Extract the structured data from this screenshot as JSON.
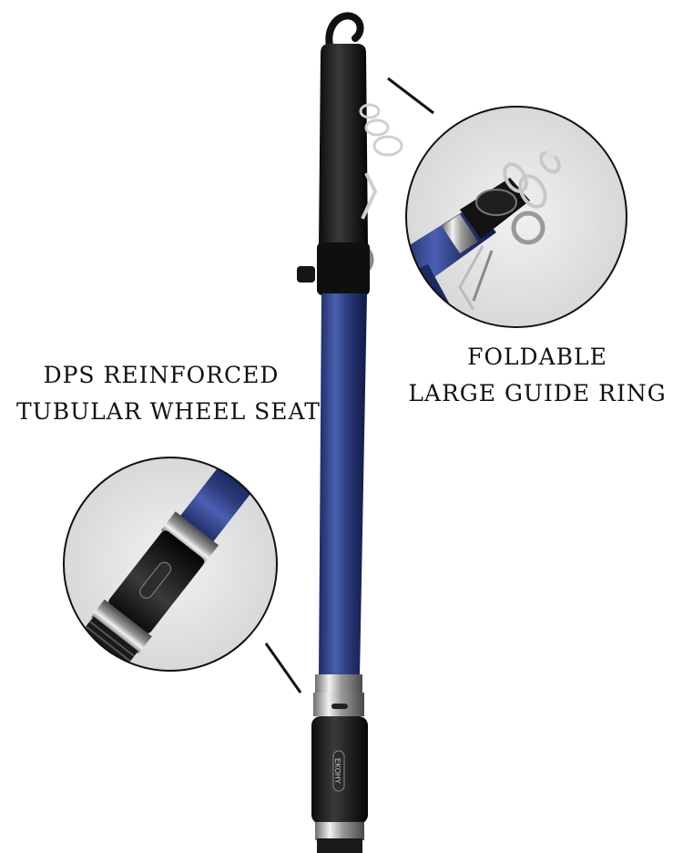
{
  "callouts": {
    "guide_ring": {
      "line1": "FOLDABLE",
      "line2": "LARGE GUIDE RING"
    },
    "wheel_seat": {
      "line1": "DPS REINFORCED",
      "line2": "TUBULAR WHEEL SEAT"
    },
    "brand_text": "EKOHY"
  },
  "colors": {
    "background": "#ffffff",
    "blank_blue": "#2a3a7a",
    "grip_black": "#1a1a1a",
    "chrome": "#b8b8b8",
    "inset_bg": "#e6e6e6"
  }
}
